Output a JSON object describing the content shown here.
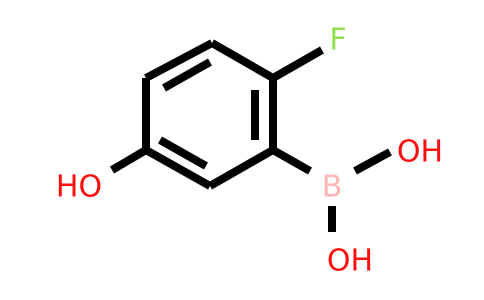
{
  "molecule": {
    "atoms": {
      "fluorine": {
        "symbol": "F",
        "color": "#90E050"
      },
      "boron": {
        "symbol": "B",
        "color": "#FFB5B5"
      },
      "boron_hydroxyl_top": {
        "symbol": "OH",
        "color": "#FF0D0D"
      },
      "boron_hydroxyl_bottom": {
        "symbol": "OH",
        "color": "#FF0D0D"
      },
      "ring_hydroxyl": {
        "symbol": "HO",
        "color": "#FF0D0D"
      }
    }
  }
}
